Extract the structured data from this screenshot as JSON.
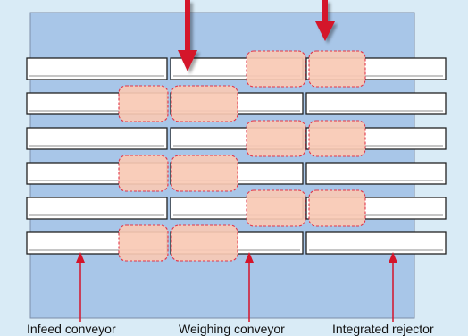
{
  "colors": {
    "page_background": "#d9ebf6",
    "frame_fill": "#a8c6e8",
    "frame_stroke": "#7d8ea8",
    "conveyor_fill": "#ffffff",
    "conveyor_stroke": "#222222",
    "product_fill": "#f9c9b4",
    "product_stroke": "#e0354a",
    "arrow": "#d4142a"
  },
  "lanes": 6,
  "products_by_lane": [
    [
      "weighing-to-rejector",
      "rejector-start"
    ],
    [
      "infeed-end",
      "weighing-start"
    ],
    [
      "weighing-to-rejector",
      "rejector-start"
    ],
    [
      "infeed-end",
      "weighing-start"
    ],
    [
      "weighing-to-rejector",
      "rejector-start"
    ],
    [
      "infeed-end",
      "weighing-start"
    ]
  ],
  "labels": {
    "infeed": "Infeed conveyor",
    "weighing": "Weighing conveyor",
    "rejector": "Integrated rejector"
  },
  "icons": {
    "flow_arrow_1": "down-arrow-icon",
    "flow_arrow_2": "down-arrow-icon"
  }
}
